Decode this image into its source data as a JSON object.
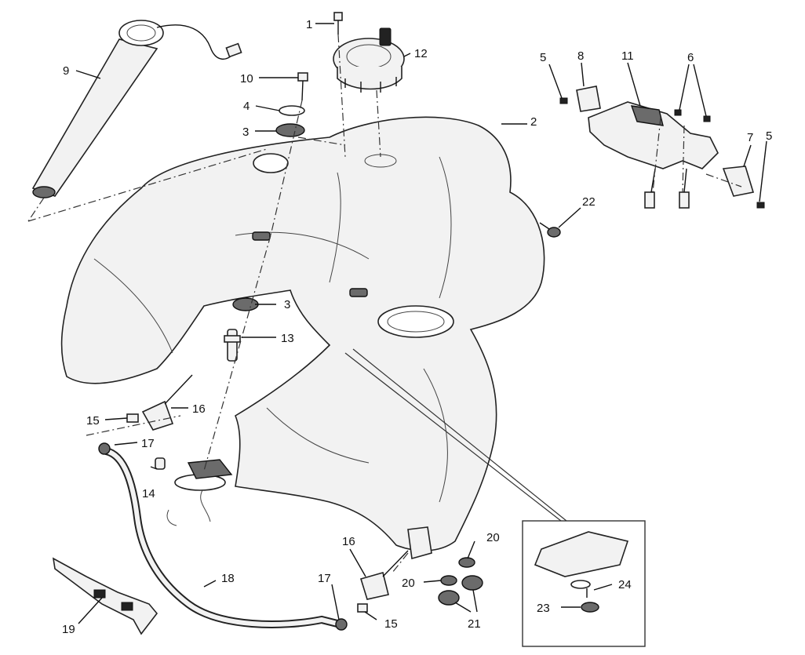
{
  "labels": [
    {
      "id": "1",
      "text": "1"
    },
    {
      "id": "2",
      "text": "2"
    },
    {
      "id": "3a",
      "text": "3"
    },
    {
      "id": "3b",
      "text": "3"
    },
    {
      "id": "4",
      "text": "4"
    },
    {
      "id": "5a",
      "text": "5"
    },
    {
      "id": "5b",
      "text": "5"
    },
    {
      "id": "6",
      "text": "6"
    },
    {
      "id": "7",
      "text": "7"
    },
    {
      "id": "8",
      "text": "8"
    },
    {
      "id": "9",
      "text": "9"
    },
    {
      "id": "10",
      "text": "10"
    },
    {
      "id": "11",
      "text": "11"
    },
    {
      "id": "12",
      "text": "12"
    },
    {
      "id": "13",
      "text": "13"
    },
    {
      "id": "14",
      "text": "14"
    },
    {
      "id": "15a",
      "text": "15"
    },
    {
      "id": "15b",
      "text": "15"
    },
    {
      "id": "16a",
      "text": "16"
    },
    {
      "id": "16b",
      "text": "16"
    },
    {
      "id": "17a",
      "text": "17"
    },
    {
      "id": "17b",
      "text": "17"
    },
    {
      "id": "18",
      "text": "18"
    },
    {
      "id": "19",
      "text": "19"
    },
    {
      "id": "20a",
      "text": "20"
    },
    {
      "id": "20b",
      "text": "20"
    },
    {
      "id": "21",
      "text": "21"
    },
    {
      "id": "22",
      "text": "22"
    },
    {
      "id": "23",
      "text": "23"
    },
    {
      "id": "24",
      "text": "24"
    }
  ]
}
